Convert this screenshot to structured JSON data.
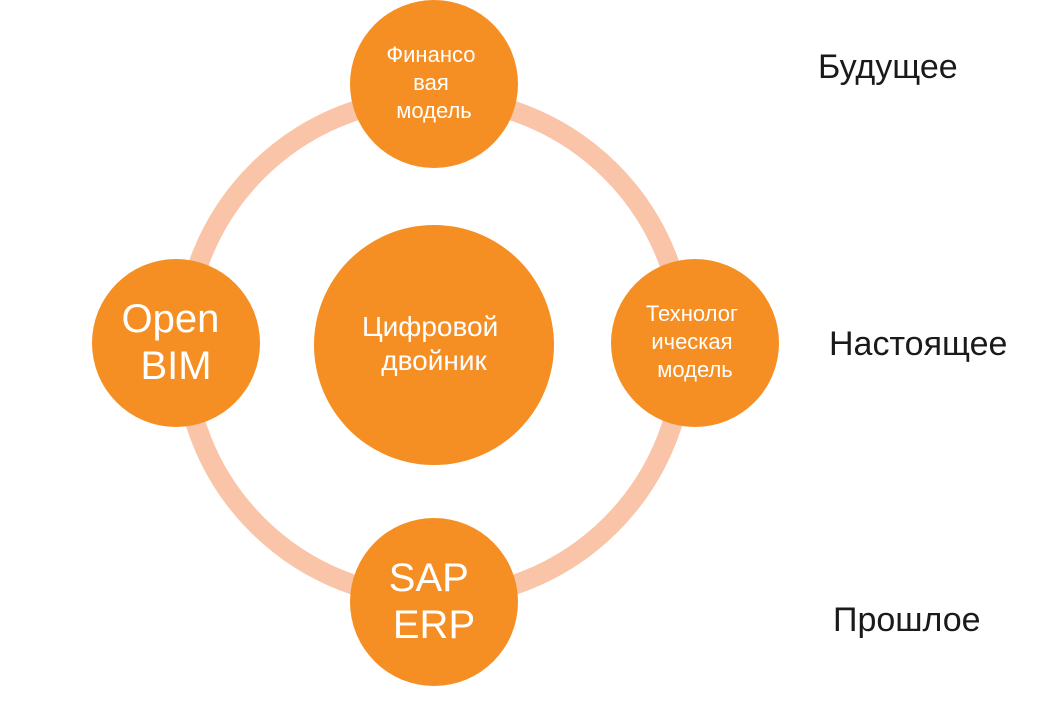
{
  "colors": {
    "node_fill": "#F58F23",
    "ring": "#F9C4A8",
    "node_text": "#FFFFFF",
    "label_text": "#1A1A1A"
  },
  "center": {
    "lines": [
      "Цифровой",
      "двойник"
    ]
  },
  "nodes": {
    "top": {
      "lines": [
        "Финансо",
        "вая",
        "модель"
      ]
    },
    "right": {
      "lines": [
        "Технолог",
        "ическая",
        "модель"
      ]
    },
    "bottom": {
      "lines": [
        "SAP",
        "ERP"
      ]
    },
    "left": {
      "lines": [
        "Open",
        "BIM"
      ]
    }
  },
  "labels": {
    "future": "Будущее",
    "present": "Настоящее",
    "past": "Прошлое"
  }
}
